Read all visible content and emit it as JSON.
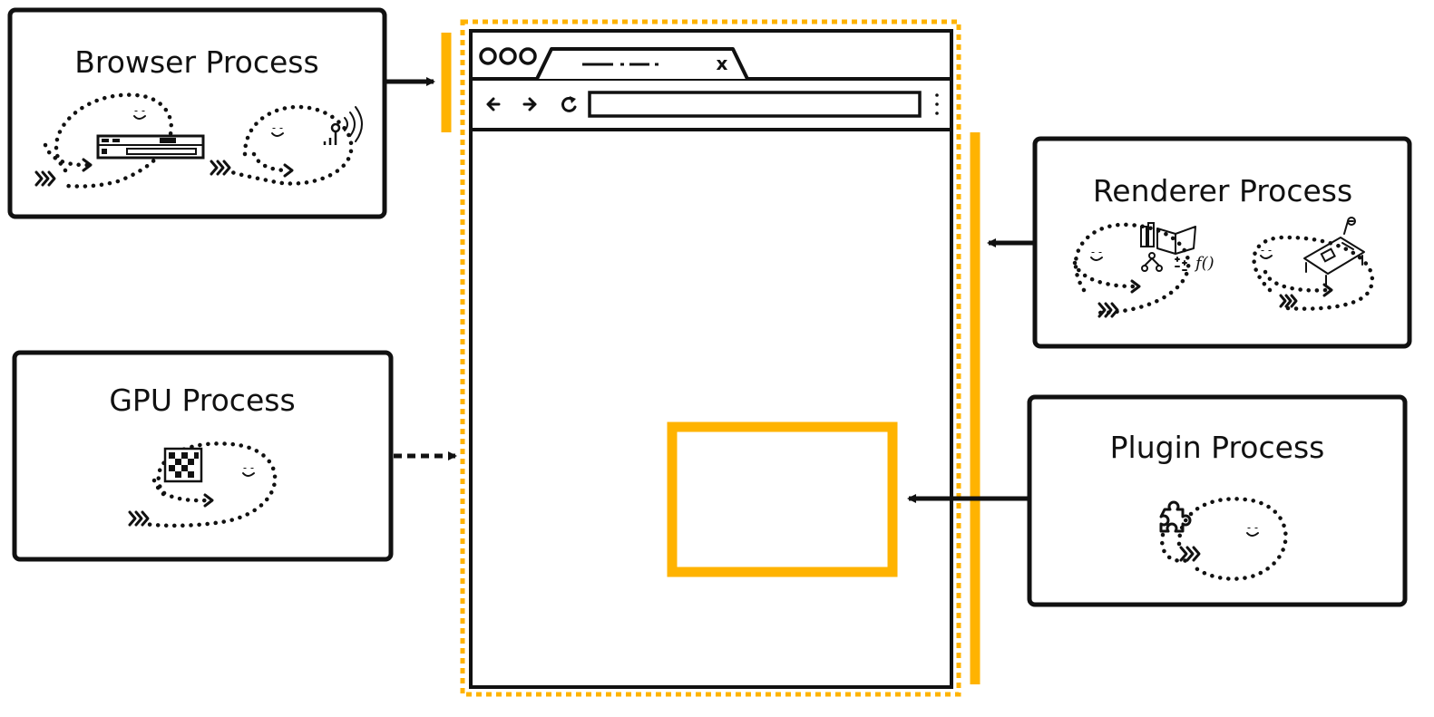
{
  "processes": {
    "browser": "Browser Process",
    "gpu": "GPU Process",
    "renderer": "Renderer Process",
    "plugin": "Plugin Process"
  },
  "browser_window": {
    "tab_close": "x"
  },
  "colors": {
    "accent": "#FFB300",
    "ink": "#111111",
    "background": "#FFFFFF"
  },
  "icons": {
    "back": "arrow-left-icon",
    "forward": "arrow-right-icon",
    "reload": "reload-icon",
    "menu": "kebab-menu-icon",
    "network": "network-antenna-icon",
    "storage": "disk-drive-icon",
    "gpu": "pixel-grid-icon",
    "renderer_dom": "dom-tree-icon",
    "renderer_layout": "layout-page-icon",
    "plugin": "puzzle-piece-icon"
  }
}
